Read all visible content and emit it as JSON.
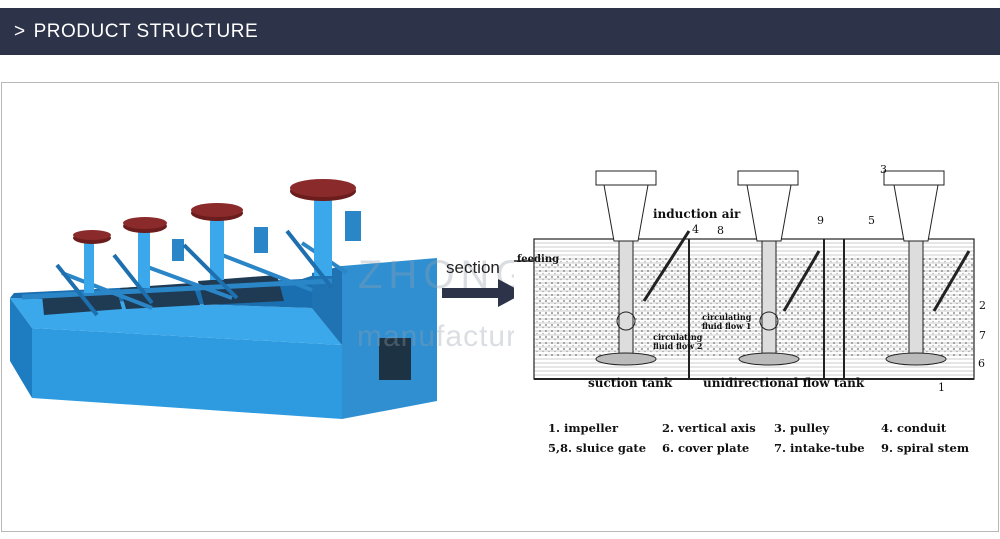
{
  "header": {
    "chevron": ">",
    "title": "PRODUCT STRUCTURE"
  },
  "watermark": {
    "brand": "ZHONGDE GROUP",
    "sub": "manufacture"
  },
  "section_label": "section",
  "diagram": {
    "induction_air": "induction air",
    "feeding": "feeding",
    "circulating_1": [
      "circulating",
      "fluid flow 1"
    ],
    "circulating_2": [
      "circulating",
      "fluid flow 2"
    ],
    "suction_tank": "suction tank",
    "unidirectional_tank": "unidirectional flow tank",
    "numbers": [
      "1",
      "2",
      "3",
      "4",
      "5",
      "6",
      "7",
      "8",
      "9"
    ]
  },
  "legend": [
    "1. impeller",
    "2. vertical axis",
    "3. pulley",
    "4. conduit",
    "5,8. sluice gate",
    "6. cover plate",
    "7. intake-tube",
    "9. spiral stem"
  ],
  "colors": {
    "header_bg": "#2d3348",
    "machine_blue": "#2e9be0",
    "machine_dark": "#1a5f9a",
    "arrow": "#2d3348"
  }
}
